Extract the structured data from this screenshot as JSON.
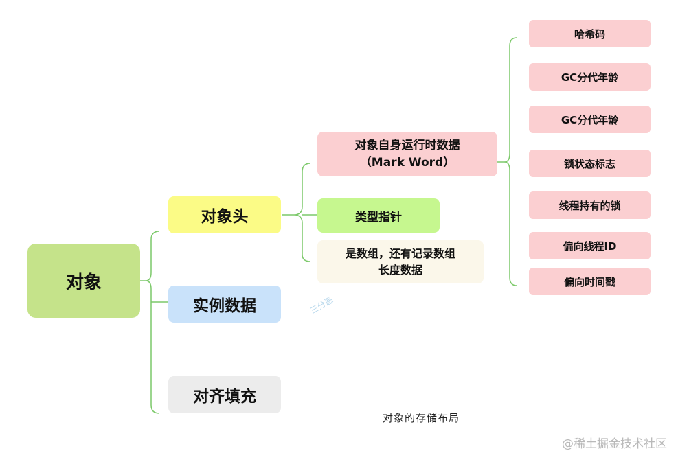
{
  "diagram": {
    "root": "对象",
    "children": [
      "对象头",
      "实例数据",
      "对齐填充"
    ],
    "header_children": {
      "mark_word_line1": "对象自身运行时数据",
      "mark_word_line2": "（Mark Word）",
      "class_pointer": "类型指针",
      "array_line1": "是数组，还有记录数组",
      "array_line2": "长度数据"
    },
    "mark_word_children": [
      "哈希码",
      "GC分代年龄",
      "GC分代年龄",
      "锁状态标志",
      "线程持有的锁",
      "偏向线程ID",
      "偏向时间戳"
    ],
    "caption": "对象的存储布局",
    "watermark": "@稀土掘金技术社区",
    "faint_watermark": "三分恶"
  },
  "colors": {
    "root": "#c5e38a",
    "header": "#fbfb86",
    "instance": "#c9e2fa",
    "padding": "#ececec",
    "mark_word": "#fbcfd1",
    "class_pointer": "#c6f78f",
    "array": "#fbf7ea",
    "connector": "#7cc96a"
  }
}
